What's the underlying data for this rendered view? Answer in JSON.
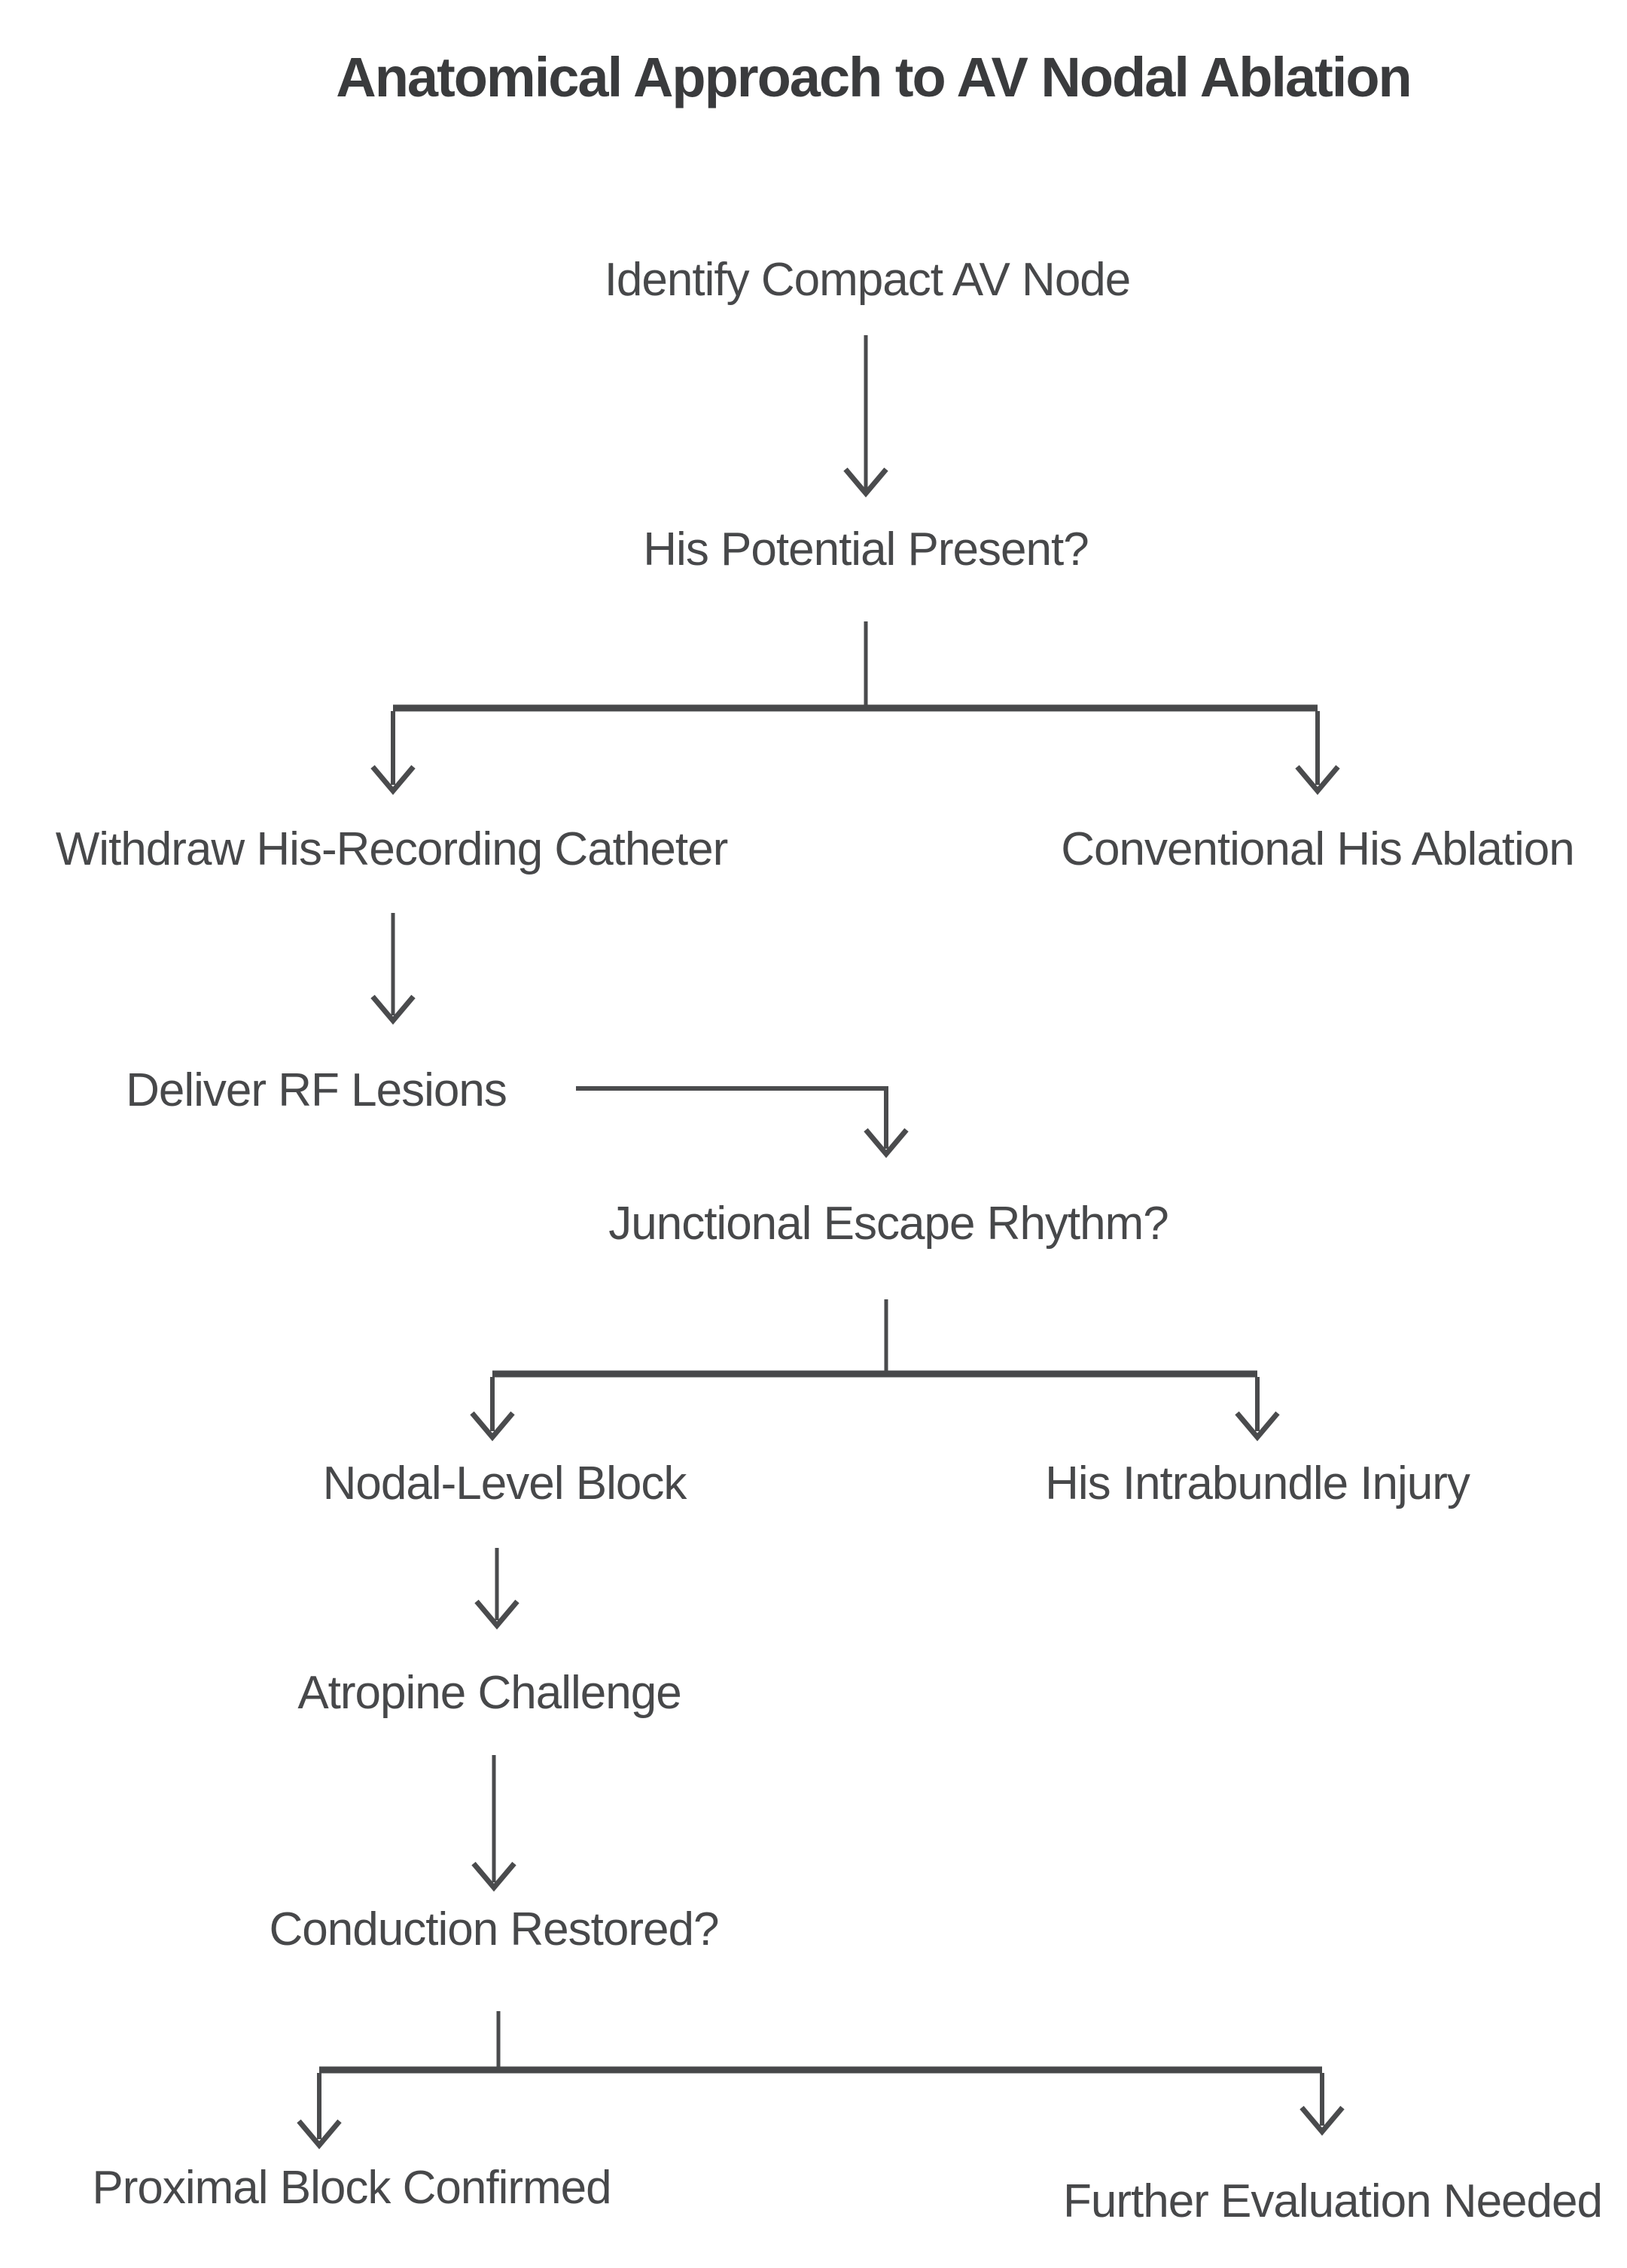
{
  "title": "Anatomical Approach to AV Nodal Ablation",
  "colors": {
    "background": "#ffffff",
    "title_text": "#3a3b3d",
    "label_text": "#47484a",
    "line": "#4a4b4d"
  },
  "nodes": {
    "identify": "Identify Compact AV Node",
    "his_potential": "His Potential Present?",
    "withdraw": "Withdraw His-Recording Catheter",
    "conventional": "Conventional His Ablation",
    "deliver": "Deliver RF Lesions",
    "junctional": "Junctional Escape Rhythm?",
    "nodal_block": "Nodal-Level Block",
    "his_injury": "His Intrabundle Injury",
    "atropine": "Atropine Challenge",
    "conduction": "Conduction Restored?",
    "proximal": "Proximal Block Confirmed",
    "further": "Further Evaluation Needed"
  },
  "edges": [
    {
      "from": "identify",
      "to": "his_potential"
    },
    {
      "from": "his_potential",
      "to": "withdraw"
    },
    {
      "from": "his_potential",
      "to": "conventional"
    },
    {
      "from": "withdraw",
      "to": "deliver"
    },
    {
      "from": "deliver",
      "to": "junctional"
    },
    {
      "from": "junctional",
      "to": "nodal_block"
    },
    {
      "from": "junctional",
      "to": "his_injury"
    },
    {
      "from": "nodal_block",
      "to": "atropine"
    },
    {
      "from": "atropine",
      "to": "conduction"
    },
    {
      "from": "conduction",
      "to": "proximal"
    },
    {
      "from": "conduction",
      "to": "further"
    }
  ]
}
